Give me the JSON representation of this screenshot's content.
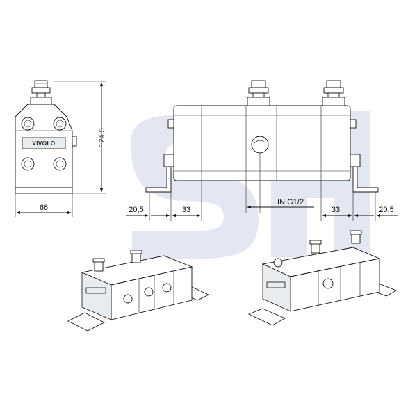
{
  "watermark": {
    "text": "SH",
    "color": "#dfe3ef"
  },
  "brand_label": "VIVOLO",
  "dimensions": {
    "height": "124,5",
    "side_width": "66",
    "left_offset": "20,5",
    "left_pitch": "33",
    "inlet": "IN G1/2",
    "right_pitch": "33",
    "right_offset": "20,5"
  }
}
